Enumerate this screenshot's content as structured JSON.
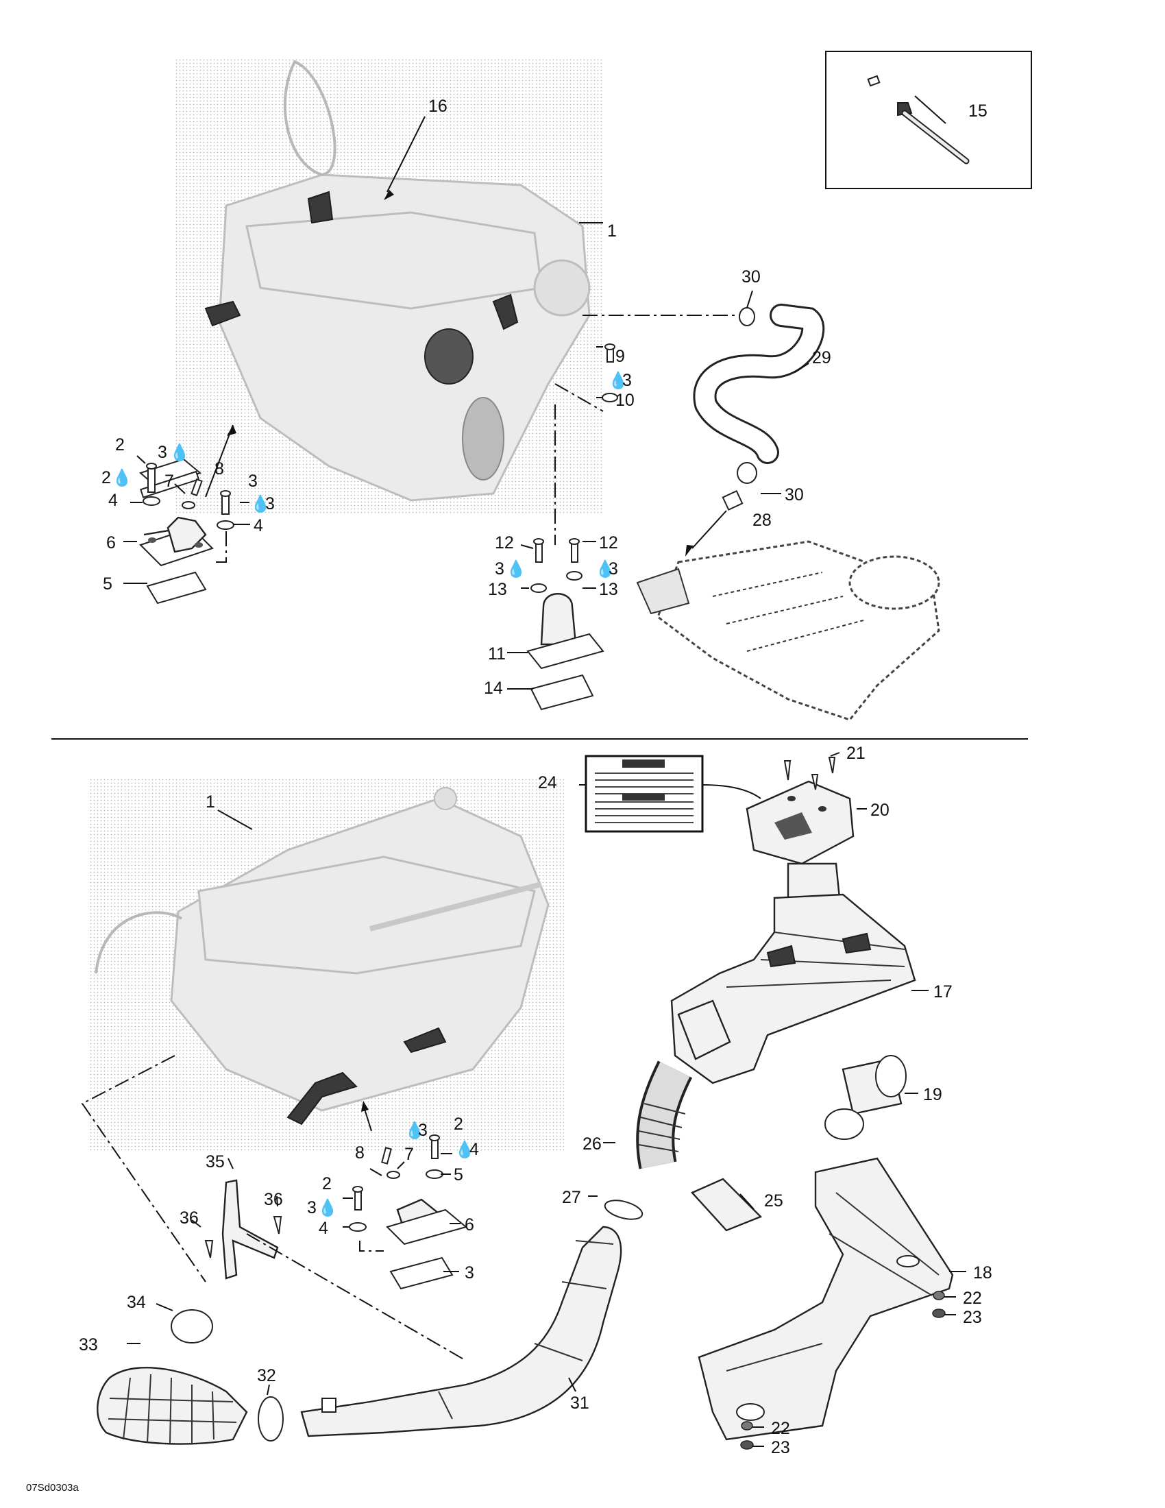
{
  "figure_code": "07Sd0303a",
  "lubricant_mark": "3",
  "upper_callouts": [
    {
      "id": "u1",
      "label": "1"
    },
    {
      "id": "u2a",
      "label": "2"
    },
    {
      "id": "u2b",
      "label": "2"
    },
    {
      "id": "u3a",
      "label": "3"
    },
    {
      "id": "u3b",
      "label": "3"
    },
    {
      "id": "u3c",
      "label": "3"
    },
    {
      "id": "u3d",
      "label": "3"
    },
    {
      "id": "u3e",
      "label": "3"
    },
    {
      "id": "u3f",
      "label": "3"
    },
    {
      "id": "u4a",
      "label": "4"
    },
    {
      "id": "u4b",
      "label": "4"
    },
    {
      "id": "u5",
      "label": "5"
    },
    {
      "id": "u6",
      "label": "6"
    },
    {
      "id": "u7",
      "label": "7"
    },
    {
      "id": "u8",
      "label": "8"
    },
    {
      "id": "u9",
      "label": "9"
    },
    {
      "id": "u10",
      "label": "10"
    },
    {
      "id": "u11",
      "label": "11"
    },
    {
      "id": "u12a",
      "label": "12"
    },
    {
      "id": "u12b",
      "label": "12"
    },
    {
      "id": "u13a",
      "label": "13"
    },
    {
      "id": "u13b",
      "label": "13"
    },
    {
      "id": "u14",
      "label": "14"
    },
    {
      "id": "u15",
      "label": "15"
    },
    {
      "id": "u16",
      "label": "16"
    },
    {
      "id": "u28",
      "label": "28"
    },
    {
      "id": "u29",
      "label": "29"
    },
    {
      "id": "u30a",
      "label": "30"
    },
    {
      "id": "u30b",
      "label": "30"
    }
  ],
  "lower_callouts": [
    {
      "id": "l1",
      "label": "1"
    },
    {
      "id": "l2a",
      "label": "2"
    },
    {
      "id": "l2b",
      "label": "2"
    },
    {
      "id": "l3a",
      "label": "3"
    },
    {
      "id": "l3b",
      "label": "3"
    },
    {
      "id": "l3c",
      "label": "3"
    },
    {
      "id": "l4a",
      "label": "4"
    },
    {
      "id": "l4b",
      "label": "4"
    },
    {
      "id": "l5",
      "label": "5"
    },
    {
      "id": "l6",
      "label": "6"
    },
    {
      "id": "l7",
      "label": "7"
    },
    {
      "id": "l8",
      "label": "8"
    },
    {
      "id": "l17",
      "label": "17"
    },
    {
      "id": "l18",
      "label": "18"
    },
    {
      "id": "l19",
      "label": "19"
    },
    {
      "id": "l20",
      "label": "20"
    },
    {
      "id": "l21",
      "label": "21"
    },
    {
      "id": "l22a",
      "label": "22"
    },
    {
      "id": "l22b",
      "label": "22"
    },
    {
      "id": "l23a",
      "label": "23"
    },
    {
      "id": "l23b",
      "label": "23"
    },
    {
      "id": "l24",
      "label": "24"
    },
    {
      "id": "l25",
      "label": "25"
    },
    {
      "id": "l26",
      "label": "26"
    },
    {
      "id": "l27",
      "label": "27"
    },
    {
      "id": "l31",
      "label": "31"
    },
    {
      "id": "l32",
      "label": "32"
    },
    {
      "id": "l33",
      "label": "33"
    },
    {
      "id": "l34",
      "label": "34"
    },
    {
      "id": "l35",
      "label": "35"
    },
    {
      "id": "l36a",
      "label": "36"
    },
    {
      "id": "l36b",
      "label": "36"
    }
  ]
}
